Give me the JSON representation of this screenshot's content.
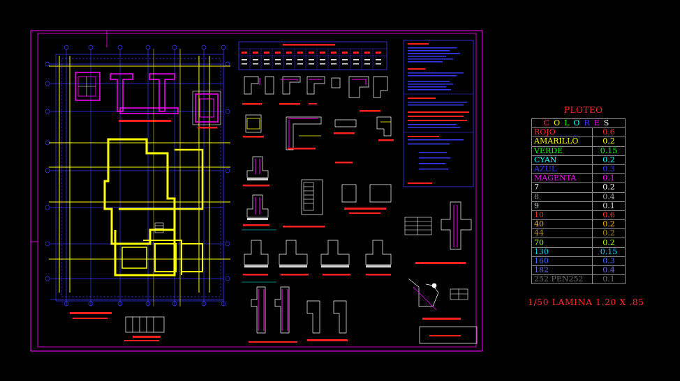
{
  "legend": {
    "title": "PLOTEO",
    "header_letters": [
      "C",
      "O",
      "L",
      "O",
      "R",
      "E",
      "S"
    ],
    "header_colors": [
      "#ff2a2a",
      "#ffff00",
      "#00ff00",
      "#00ffff",
      "#3a3aff",
      "#ff00ff",
      "#ffffff"
    ],
    "rows": [
      {
        "name": "ROJO",
        "value": "0.6",
        "color": "#ff2a2a"
      },
      {
        "name": "AMARILLO",
        "value": "0.2",
        "color": "#ffff00"
      },
      {
        "name": "VERDE",
        "value": "0.15",
        "color": "#00ff00"
      },
      {
        "name": "CYAN",
        "value": "0.2",
        "color": "#00ffff"
      },
      {
        "name": "AZUL",
        "value": "0.3",
        "color": "#3a3aff"
      },
      {
        "name": "MAGENTA",
        "value": "0.1",
        "color": "#ff00ff"
      },
      {
        "name": "7",
        "value": "0.2",
        "color": "#ffffff"
      },
      {
        "name": "8",
        "value": "0.4",
        "color": "#9a9a9a"
      },
      {
        "name": "9",
        "value": "0.1",
        "color": "#d8d8d8"
      },
      {
        "name": "10",
        "value": "0.6",
        "color": "#ff3030"
      },
      {
        "name": "40",
        "value": "0.2",
        "color": "#ffaa00"
      },
      {
        "name": "44",
        "value": "0.2",
        "color": "#b08a20"
      },
      {
        "name": "70",
        "value": "0.2",
        "color": "#aaff00"
      },
      {
        "name": "130",
        "value": "0.15",
        "color": "#00d4ff"
      },
      {
        "name": "160",
        "value": "0.3",
        "color": "#3a6aff"
      },
      {
        "name": "182",
        "value": "0.4",
        "color": "#6a6acc"
      },
      {
        "name": "252 PEN252",
        "value": "0.1",
        "color": "#6a6a6a"
      }
    ]
  },
  "scale_note": "1/50  LAMINA  1.20  X  .85",
  "colors": {
    "background": "#000000",
    "frame": "#ff00ff",
    "red": "#ff2020",
    "yellow": "#ffff00",
    "blue": "#3a3aff",
    "magenta": "#ff00ff",
    "white": "#ffffff",
    "cyan": "#00ffff"
  }
}
